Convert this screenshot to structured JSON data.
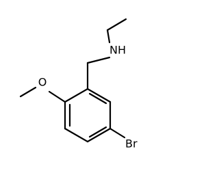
{
  "molecule": {
    "atoms": {
      "nitrogen": "NH",
      "oxygen": "O",
      "bromine": "Br"
    }
  }
}
